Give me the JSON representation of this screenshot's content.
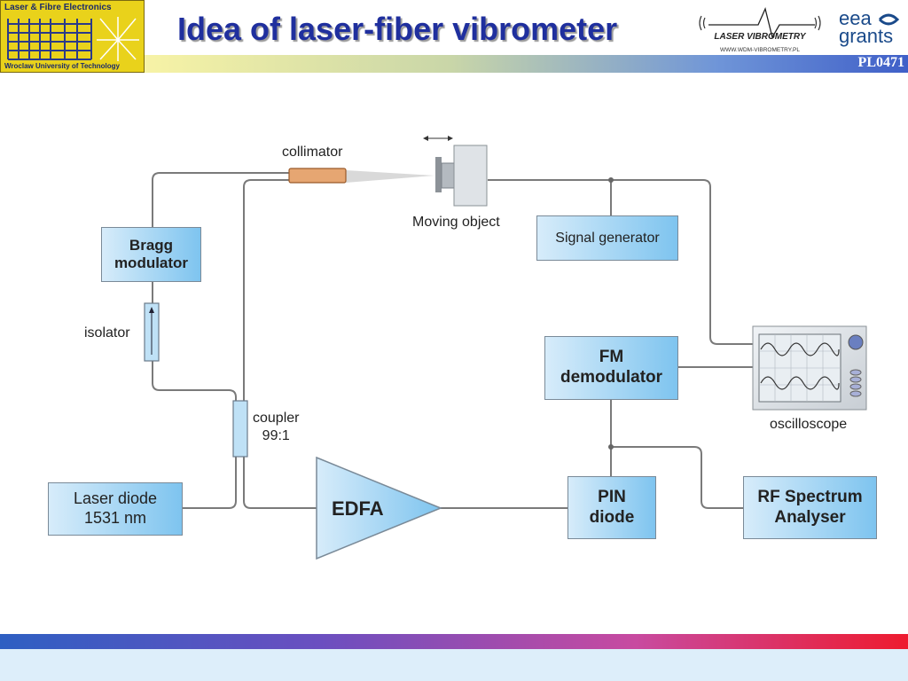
{
  "header": {
    "title": "Idea of laser-fiber vibrometer",
    "code": "PL0471",
    "logo_left_top": "Laser & Fibre Electronics",
    "logo_left_bottom": "Wroclaw University of Technology",
    "logo_right_text": "LASER VIBROMETRY",
    "logo_right_url": "WWW.WDM-VIBROMETRY.PL",
    "eea_line1": "eea",
    "eea_line2": "grants"
  },
  "diagram": {
    "boxes": {
      "bragg": "Bragg\nmodulator",
      "signal_generator": "Signal generator",
      "fm_demodulator": "FM\ndemodulator",
      "laser_diode": "Laser diode\n1531 nm",
      "edfa": "EDFA",
      "pin_diode": "PIN\ndiode",
      "rf_spectrum": "RF Spectrum\nAnalyser"
    },
    "labels": {
      "collimator": "collimator",
      "moving_object": "Moving object",
      "isolator": "isolator",
      "coupler": "coupler\n99:1",
      "oscilloscope": "oscilloscope"
    }
  },
  "colors": {
    "title": "#1f2f9e",
    "box_fill_light": "#d7ecfa",
    "box_fill_dark": "#7ec4ef",
    "line": "#777777"
  }
}
